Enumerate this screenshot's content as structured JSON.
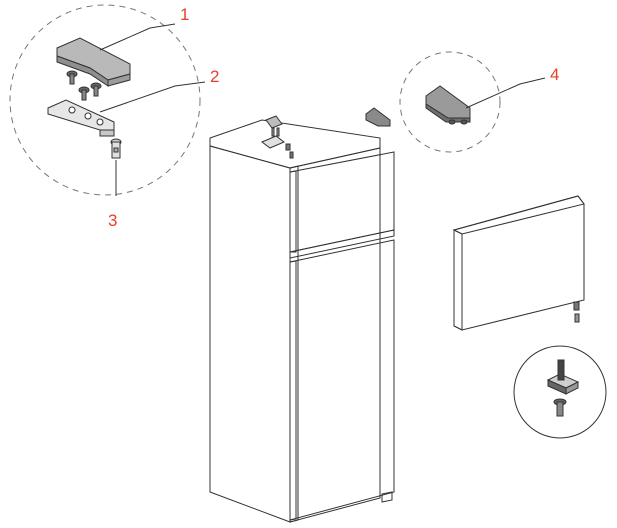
{
  "callouts": [
    {
      "number": "1"
    },
    {
      "number": "2"
    },
    {
      "number": "3"
    },
    {
      "number": "4"
    }
  ],
  "colors": {
    "callout_text": "#e8402a",
    "line": "#333333",
    "fridge_light": "#f2f2f2",
    "fridge_mid": "#dcdcdc",
    "fridge_dark": "#bdbdbd",
    "part_dark": "#555555"
  }
}
